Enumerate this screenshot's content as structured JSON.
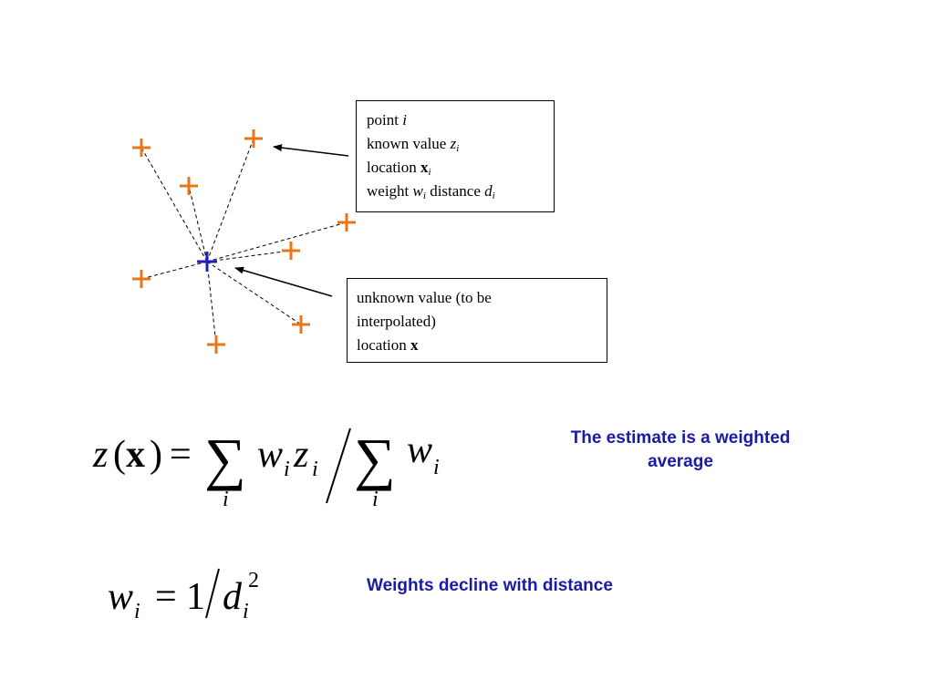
{
  "colors": {
    "known_point": "#e8761a",
    "unknown_point": "#1f1fbf",
    "caption": "#1a1aa6",
    "line": "#000000"
  },
  "diagram": {
    "box_point": {
      "line1": "point ",
      "line1_var": "i",
      "line2": "known value ",
      "line2_var": "z",
      "line2_sub": "i",
      "line3": "location ",
      "line3_var": "x",
      "line3_sub": "i",
      "line4": "weight ",
      "line4_var": "w",
      "line4_sub": "i",
      "line4_mid": " distance ",
      "line4_var2": "d",
      "line4_sub2": "i"
    },
    "box_unknown": {
      "line1": "unknown value (to be",
      "line2": "interpolated)",
      "line3": "location ",
      "line3_var": "x"
    }
  },
  "captions": {
    "average": "The estimate is a weighted average",
    "weights": "Weights decline with distance"
  },
  "formula1": {
    "z": "z",
    "open": "(",
    "x": "x",
    "close": ")",
    "eq": "=",
    "sum": "∑",
    "w": "w",
    "i": "i",
    "zi": "z",
    "slash": "/",
    "sum_index": "i"
  },
  "formula2": {
    "w": "w",
    "i": "i",
    "eq": "=",
    "one": "1",
    "slash": "/",
    "d": "d",
    "exp": "2"
  }
}
